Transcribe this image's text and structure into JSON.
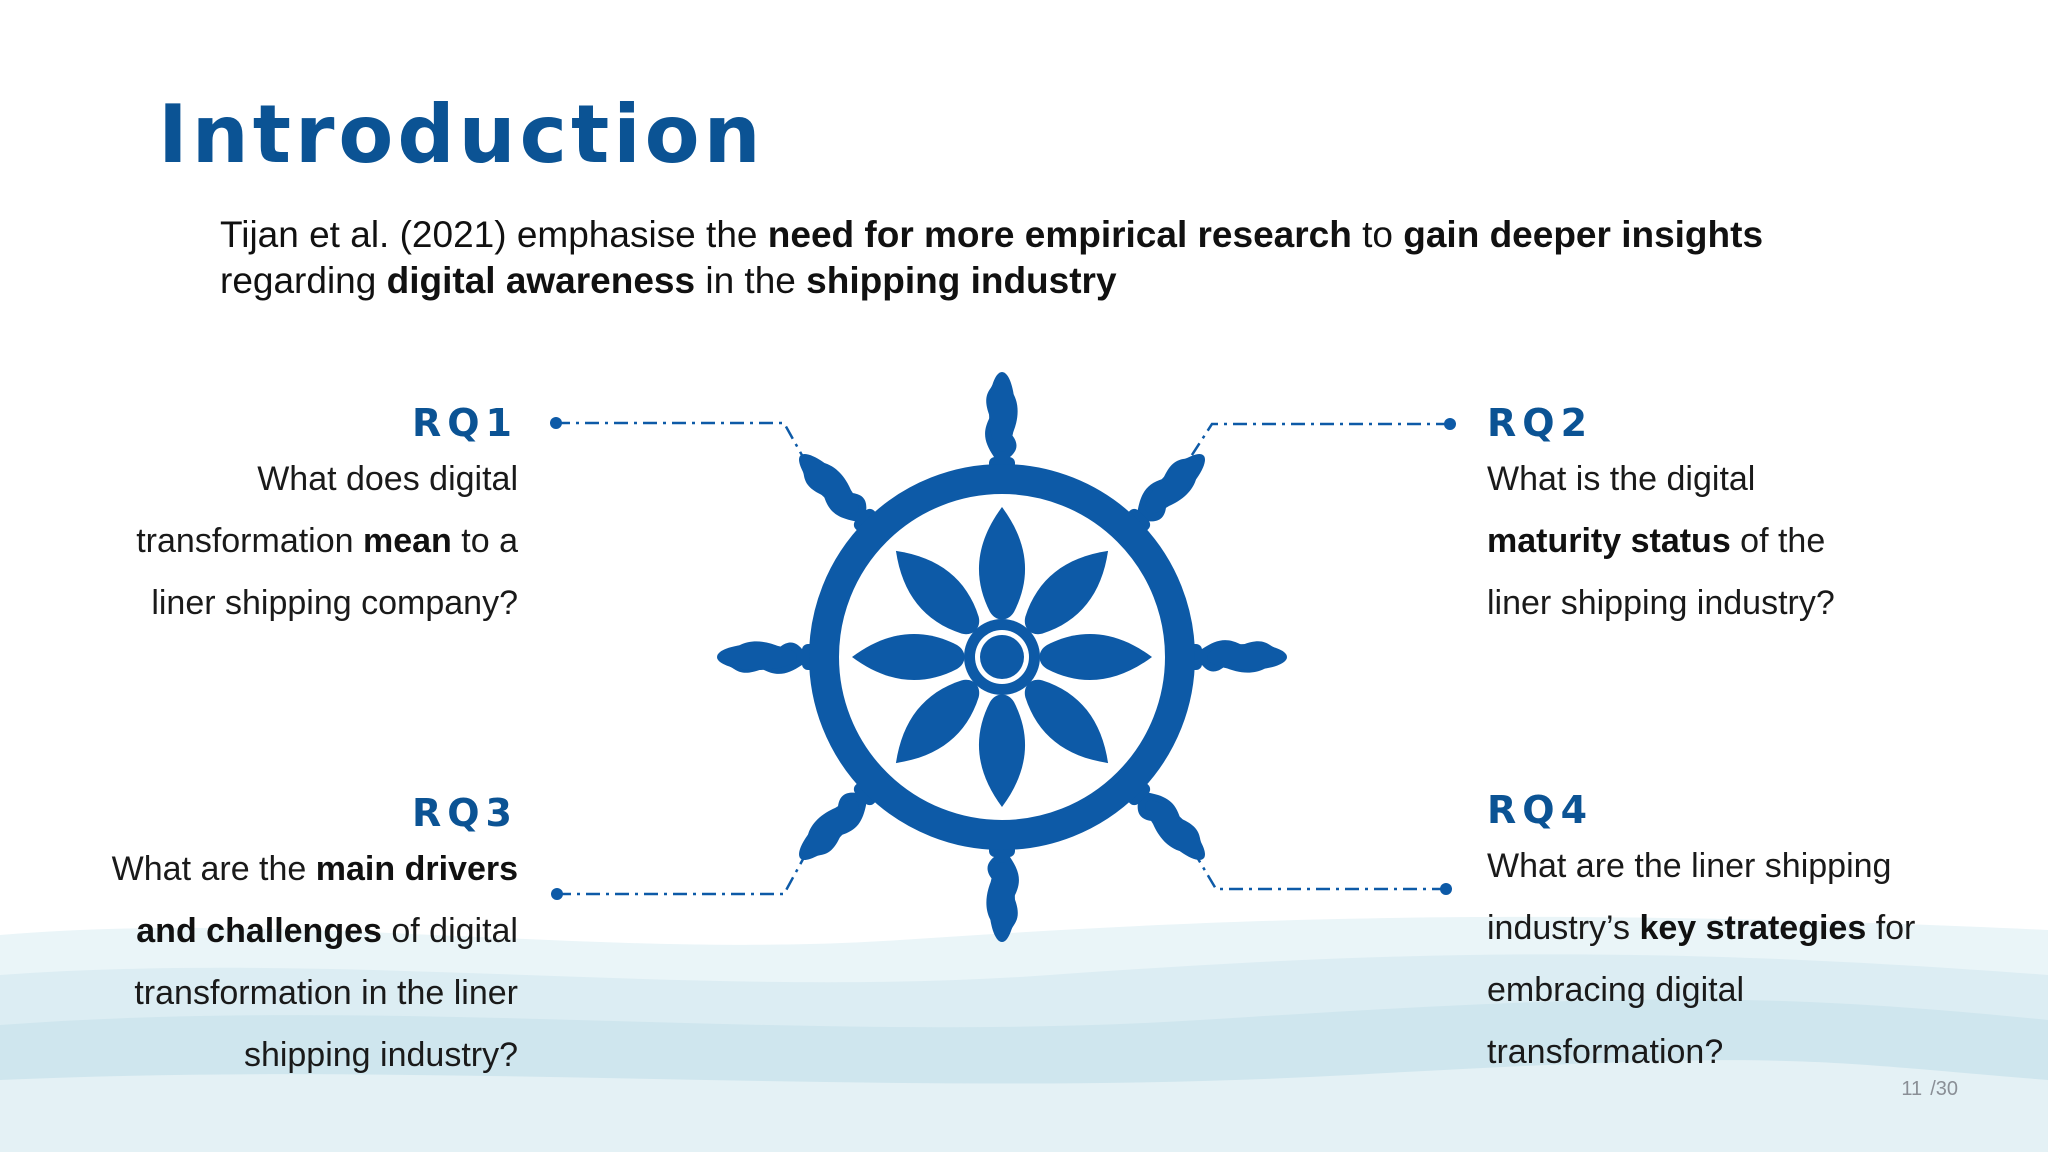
{
  "title": "Introduction",
  "intro": {
    "p1": "Tijan et al. (2021) emphasise the ",
    "b1": "need for more empirical research",
    "p2": " to ",
    "b2": "gain deeper insights",
    "p3": "regarding ",
    "b3": "digital awareness",
    "p4": " in the ",
    "b4": "shipping industry"
  },
  "rq1": {
    "label": "RQ1",
    "t1": "What does digital",
    "t2a": "transformation ",
    "t2b": "mean",
    "t2c": " to a",
    "t3": "liner shipping company?"
  },
  "rq2": {
    "label": "RQ2",
    "t1": "What is the digital",
    "t2a": "maturity status",
    "t2b": " of the",
    "t3": "liner shipping industry?"
  },
  "rq3": {
    "label": "RQ3",
    "t1a": "What are the ",
    "t1b": "main drivers",
    "t2a": "and challenges",
    "t2b": " of digital",
    "t3": "transformation in the liner",
    "t4": "shipping industry?"
  },
  "rq4": {
    "label": "RQ4",
    "t1": "What are the liner shipping",
    "t2a": "industry’s ",
    "t2b": "key strategies",
    "t2c": " for",
    "t3": "embracing digital",
    "t4": "transformation?"
  },
  "page": {
    "current": "11",
    "total": "/30"
  },
  "colors": {
    "brand_blue": "#0b5394",
    "wheel_blue": "#0d5aa7",
    "wave_blue": "#cfe6ee"
  },
  "icons": {
    "center": "ship-wheel-icon"
  }
}
